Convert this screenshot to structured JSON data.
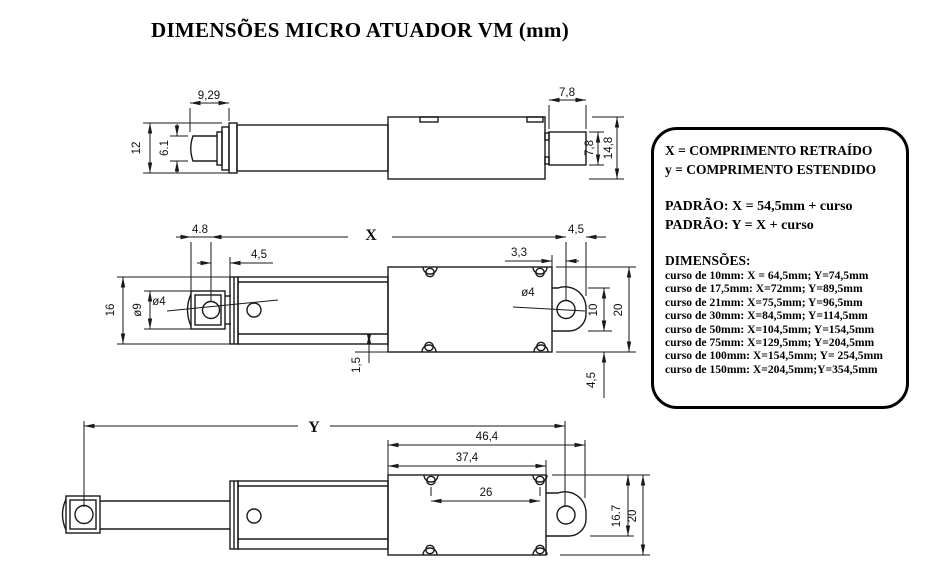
{
  "title": "DIMENSÕES MICRO ATUADOR VM (mm)",
  "drawing": {
    "view_side_retracted": {
      "dim_rod_length": "9,29",
      "dim_front_cap_height": "12",
      "dim_rod_diameter": "6.1",
      "dim_rear_block_length": "7,8",
      "dim_rear_block_height": "7,8",
      "dim_housing_height": "14,8"
    },
    "view_top_retracted": {
      "dim_clevis_to_hole": "4.8",
      "dim_hole_to_body": "4,5",
      "label_retracted_length": "X",
      "dim_body_to_ear_hole": "3,3",
      "dim_ear_hole_to_edge": "4,5",
      "dim_tube_width": "16",
      "dim_rod_width": "ø9",
      "dim_front_hole_dia": "ø4",
      "dim_rear_hole_dia": "ø4",
      "dim_ear_width": "10",
      "dim_body_width": "20",
      "dim_step": "1,5",
      "dim_ear_offset": "4,5"
    },
    "view_top_extended": {
      "label_extended_length": "Y",
      "dim_housing_to_ear_edge": "46,4",
      "dim_housing_length": "37,4",
      "dim_screw_hole_spacing": "26",
      "dim_ear_span": "16.7",
      "dim_body_width": "20"
    }
  },
  "info_box": {
    "legend": [
      "X = COMPRIMENTO RETRAÍDO",
      "y = COMPRIMENTO ESTENDIDO"
    ],
    "formulas": [
      "PADRÃO: X = 54,5mm + curso",
      "PADRÃO: Y = X + curso"
    ],
    "dimensions_heading": "DIMENSÕES:",
    "cursos": [
      "curso de 10mm: X = 64,5mm; Y=74,5mm",
      "curso de 17,5mm: X=72mm; Y=89,5mm",
      "curso de 21mm: X=75,5mm; Y=96,5mm",
      "curso de 30mm: X=84,5mm; Y=114,5mm",
      "curso de 50mm: X=104,5mm; Y=154,5mm",
      "curso de 75mm: X=129,5mm; Y=204,5mm",
      "curso de 100mm: X=154,5mm; Y= 254,5mm",
      "curso de 150mm: X=204,5mm;Y=354,5mm"
    ]
  },
  "colors": {
    "line": "#1a1a1a",
    "background": "#ffffff"
  }
}
